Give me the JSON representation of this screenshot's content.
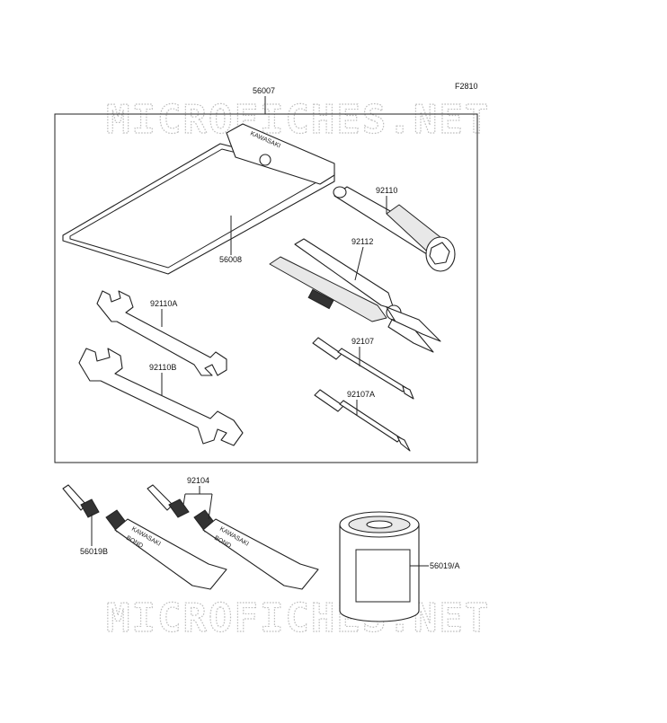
{
  "figure_code": "F2810",
  "watermark": {
    "text": "MICROFICHES.NET"
  },
  "callouts": {
    "bag": "56007",
    "pouch": "56008",
    "plug_wrench": "92110",
    "pliers": "92112",
    "wrench_a": "92110A",
    "wrench_b": "92110B",
    "screwdriver": "92107",
    "screwdriver_a": "92107A",
    "bond_pair": "92104",
    "bond_single": "56019B",
    "oil_filter": "56019/A"
  },
  "pouch_brand": "KAWASAKI",
  "tube_brand": "KAWASAKI",
  "tube_label": "BOND"
}
